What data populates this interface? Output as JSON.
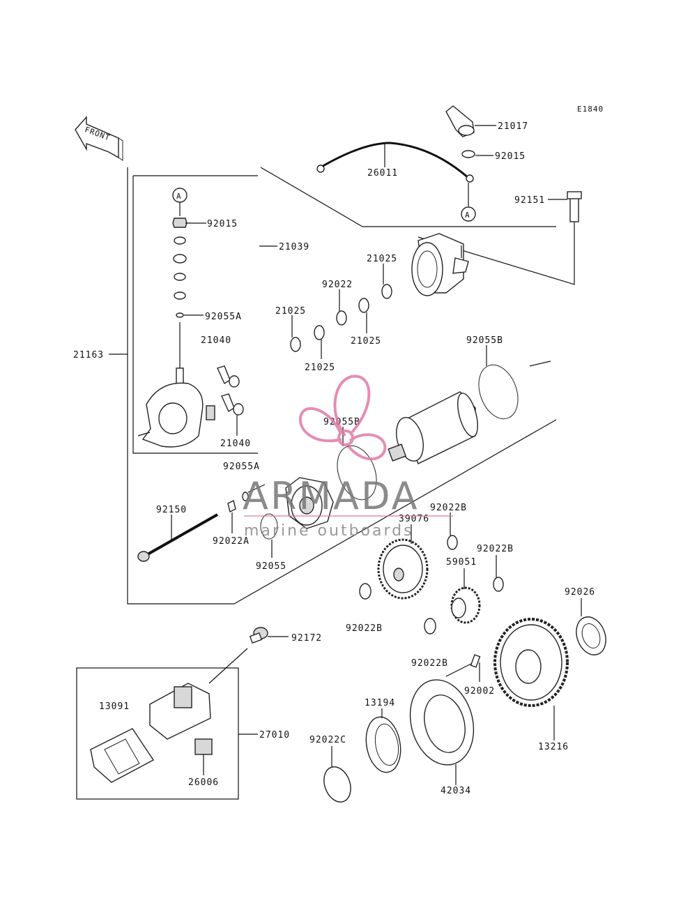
{
  "diagram_code": "E1840",
  "front_arrow_label": "FRONT",
  "connector_marker": "A",
  "watermark": {
    "brand": "ARMADA",
    "tagline": "marine outboards",
    "logo_color": "#e07aa8"
  },
  "parts": {
    "p21017": "21017",
    "p92015a": "92015",
    "p26011": "26011",
    "p92151": "92151",
    "p92015b": "92015",
    "p21039": "21039",
    "p92055a_top": "92055A",
    "p21040a": "21040",
    "p21040b": "21040",
    "p21163": "21163",
    "p21025a": "21025",
    "p92022": "92022",
    "p21025b": "21025",
    "p21025c": "21025",
    "p21025d": "21025",
    "p92055b_top": "92055B",
    "p92055b_mid": "92055B",
    "p92055a_mid": "92055A",
    "p92150": "92150",
    "p92022a": "92022A",
    "p92055": "92055",
    "p92022b_1": "92022B",
    "p39076": "39076",
    "p92022b_2": "92022B",
    "p59051": "59051",
    "p92022b_3": "92022B",
    "p92026": "92026",
    "p92172": "92172",
    "p92022b_4": "92022B",
    "p92002": "92002",
    "p13091": "13091",
    "p27010": "27010",
    "p26006": "26006",
    "p13194": "13194",
    "p92022c": "92022C",
    "p13216": "13216",
    "p42034": "42034"
  }
}
